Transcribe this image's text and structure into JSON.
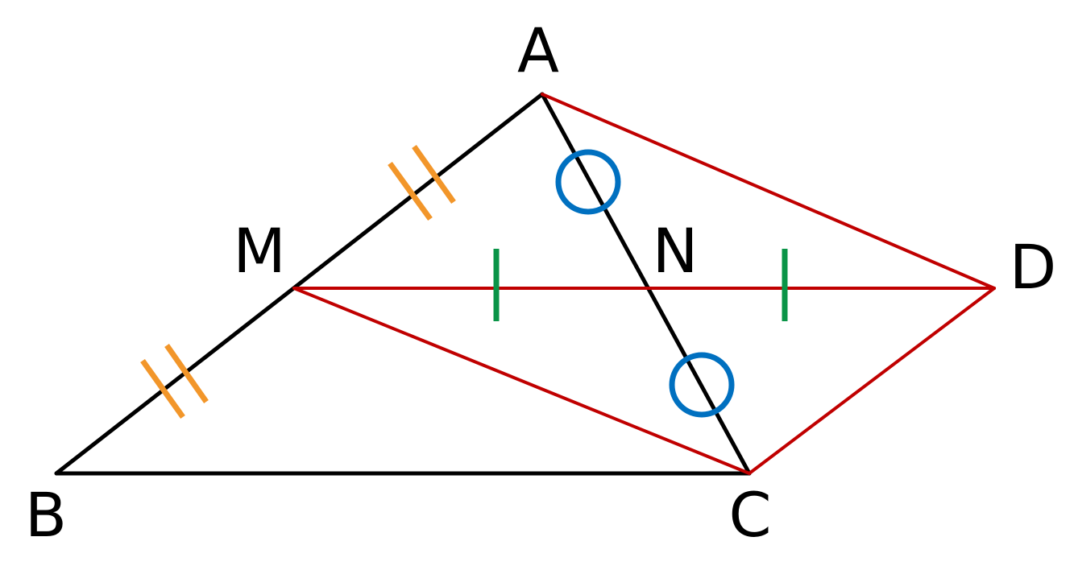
{
  "labels": {
    "A": "A",
    "B": "B",
    "C": "C",
    "D": "D",
    "M": "M",
    "N": "N"
  },
  "colors": {
    "triangle": "#000000",
    "construction": "#c00000",
    "tick_double": "#f2962a",
    "tick_single": "#0a9447",
    "circle_mark": "#0070c0",
    "label": "#000000"
  }
}
